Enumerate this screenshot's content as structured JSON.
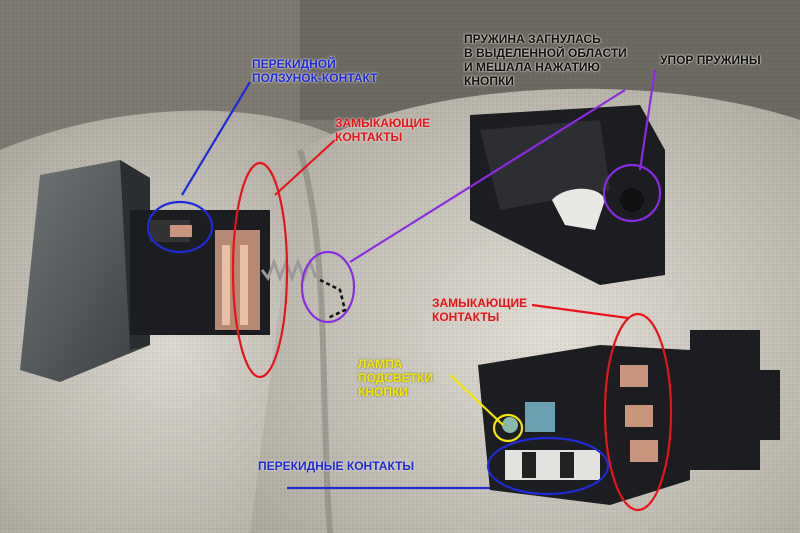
{
  "annotations": {
    "slider_contact": "ПЕРЕКИДНОЙ\nПОЛЗУНОК-КОНТАКТ",
    "closing_contacts_top": "ЗАМЫКАЮЩИЕ\nКОНТАКТЫ",
    "spring_bent": "ПРУЖИНА ЗАГНУЛАСЬ\nВ ВЫДЕЛЕННОЙ ОБЛАСТИ\nИ МЕШАЛА НАЖАТИЮ\nКНОПКИ",
    "spring_stop": "УПОР ПРУЖИНЫ",
    "closing_contacts_right": "ЗАМЫКАЮЩИЕ\nКОНТАКТЫ",
    "backlight_lamp": "ЛАМПА\nПОДСВЕТКИ\nКНОПКИ",
    "changeover_contacts": "ПЕРЕКИДНЫЕ КОНТАКТЫ"
  },
  "colors": {
    "blue": "#1f2bd6",
    "red": "#e8141a",
    "purple": "#8a2be2",
    "yellow": "#f2e600",
    "fabric": "#cfcbc1",
    "plastic": "#1c1d20",
    "copper": "#c9957c"
  }
}
